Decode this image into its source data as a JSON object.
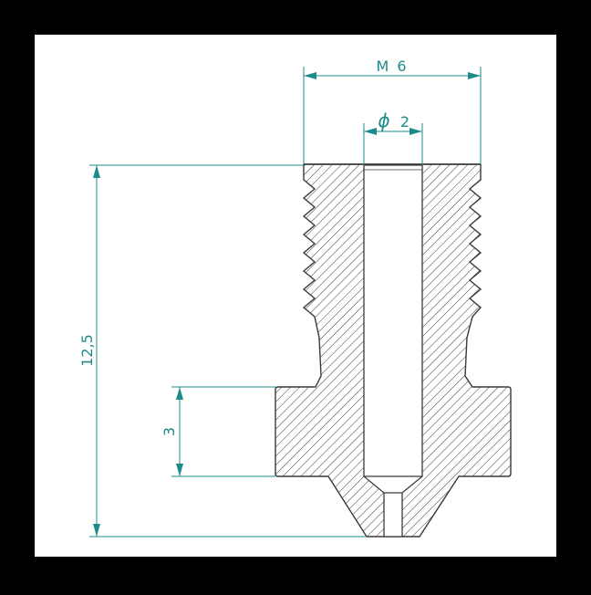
{
  "colors": {
    "background": "#000000",
    "sheet": "#ffffff",
    "outline": "#3a3a3a",
    "hatch": "#3a3a3a",
    "dimension": "#1e8b8b"
  },
  "dimensions": {
    "thread": "M 6",
    "bore": "2",
    "bore_symbol": "ϕ",
    "length": "12,5",
    "flange": "3"
  }
}
